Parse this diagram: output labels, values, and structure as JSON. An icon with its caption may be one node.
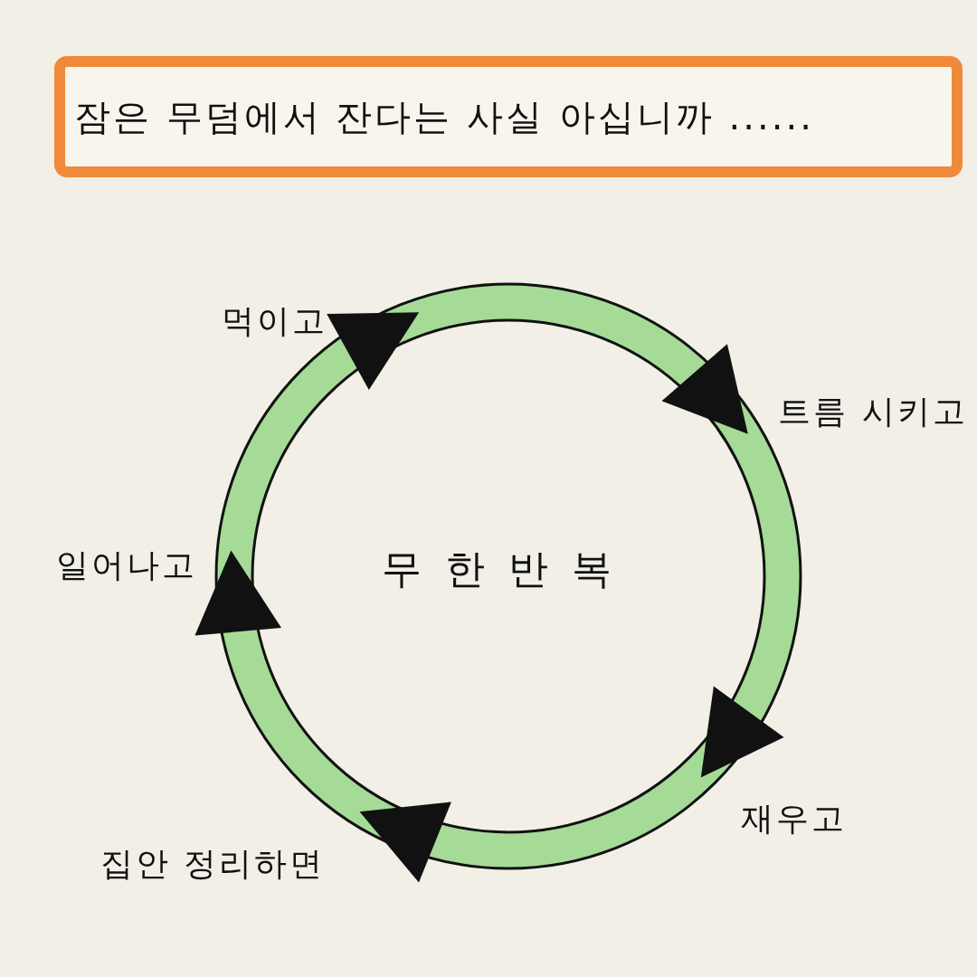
{
  "diagram": {
    "title": "잠은 무덤에서 잔다는 사실 아십니까 ......",
    "nodes": [
      {
        "text": [
          "무 한 반 복"
        ]
      }
    ],
    "labels": [
      "먹이고",
      "트름 시키고",
      "일어나고",
      "재우고",
      "집안 정리하면"
    ]
  }
}
